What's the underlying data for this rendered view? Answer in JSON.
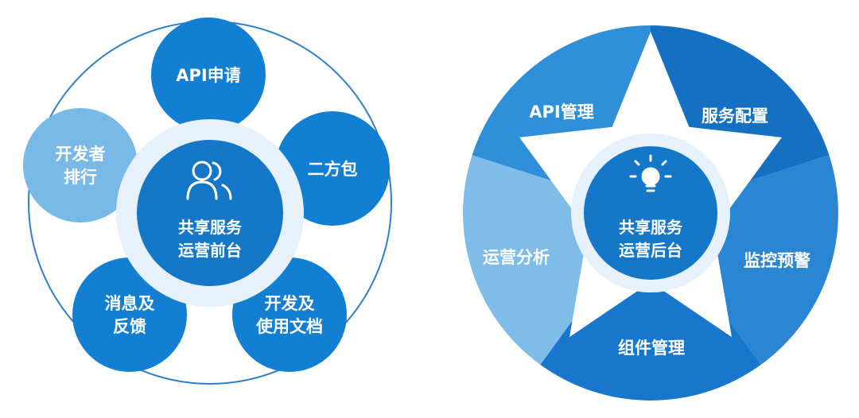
{
  "left_diagram": {
    "center": {
      "line1": "共享服务",
      "line2": "运营前台",
      "icon": "users-icon"
    },
    "nodes": [
      {
        "id": "api-apply",
        "lines": [
          "API申请"
        ],
        "color": "#137fd2"
      },
      {
        "id": "sdk-package",
        "lines": [
          "二方包"
        ],
        "color": "#137fd2"
      },
      {
        "id": "dev-docs",
        "lines": [
          "开发及",
          "使用文档"
        ],
        "color": "#137fd2"
      },
      {
        "id": "message-feedback",
        "lines": [
          "消息及",
          "反馈"
        ],
        "color": "#137fd2"
      },
      {
        "id": "developer-ranking",
        "lines": [
          "开发者",
          "排行"
        ],
        "color": "#79b9e6"
      }
    ]
  },
  "right_diagram": {
    "center": {
      "line1": "共享服务",
      "line2": "运营后台",
      "icon": "lightbulb-icon"
    },
    "segments": [
      {
        "id": "api-management",
        "label": "API管理",
        "color": "#2f8fd8"
      },
      {
        "id": "service-config",
        "label": "服务配置",
        "color": "#1570c4"
      },
      {
        "id": "monitor-alert",
        "label": "监控预警",
        "color": "#2a86d3"
      },
      {
        "id": "component-management",
        "label": "组件管理",
        "color": "#1677cc"
      },
      {
        "id": "operation-analysis",
        "label": "运营分析",
        "color": "#7fbde8"
      }
    ]
  },
  "colors": {
    "primary": "#137fd2",
    "light": "#79b9e6",
    "ring": "#e6f1fb",
    "center": "#1577c8",
    "outline": "#2f7fc9"
  }
}
